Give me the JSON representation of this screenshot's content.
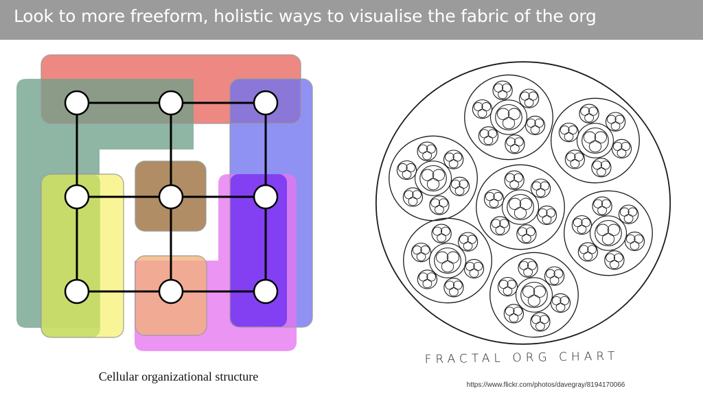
{
  "slide": {
    "title": "Look to more freeform, holistic ways to visualise the fabric of the org",
    "left_caption": "Cellular organizational structure",
    "fractal_caption": "FRACTAL ORG CHART",
    "source_url": "https://www.flickr.com/photos/davegray/8194170066"
  },
  "colors": {
    "title_bar": "#9b9b9b",
    "red_cell": "#e8685f",
    "teal_cell": "#6fa08a",
    "blue_cell": "#6f72f0",
    "yellow_cell": "#f7f27a",
    "brown_cell": "#9a6d3a",
    "magenta_cell": "#e776f0",
    "orange_cell": "#f2b27a",
    "violet_cell": "#6b2ff2",
    "green_cell": "#c0d864"
  }
}
